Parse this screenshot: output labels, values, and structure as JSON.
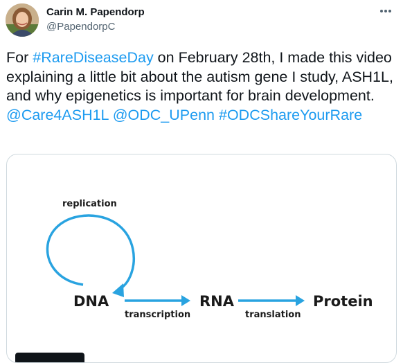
{
  "author": {
    "name": "Carin M. Papendorp",
    "handle": "@PapendorpC"
  },
  "tweet": {
    "segments": [
      {
        "text": "For ",
        "link": false
      },
      {
        "text": "#RareDiseaseDay",
        "link": true
      },
      {
        "text": " on February 28th, I made this video explaining a little bit about the autism gene I study, ASH1L, and why epigenetics is important for brain development. ",
        "link": false
      },
      {
        "text": "@Care4ASH1L",
        "link": true
      },
      {
        "text": " ",
        "link": false
      },
      {
        "text": "@ODC_UPenn",
        "link": true
      },
      {
        "text": " ",
        "link": false
      },
      {
        "text": "#ODCShareYourRare",
        "link": true
      }
    ]
  },
  "diagram": {
    "replication": "replication",
    "dna": "DNA",
    "rna": "RNA",
    "protein": "Protein",
    "transcription": "transcription",
    "translation": "translation"
  },
  "colors": {
    "link": "#1d9bf0",
    "arrow": "#29a3e0",
    "text": "#0f1419",
    "muted": "#536471"
  },
  "icons": {
    "more": "more-icon"
  }
}
